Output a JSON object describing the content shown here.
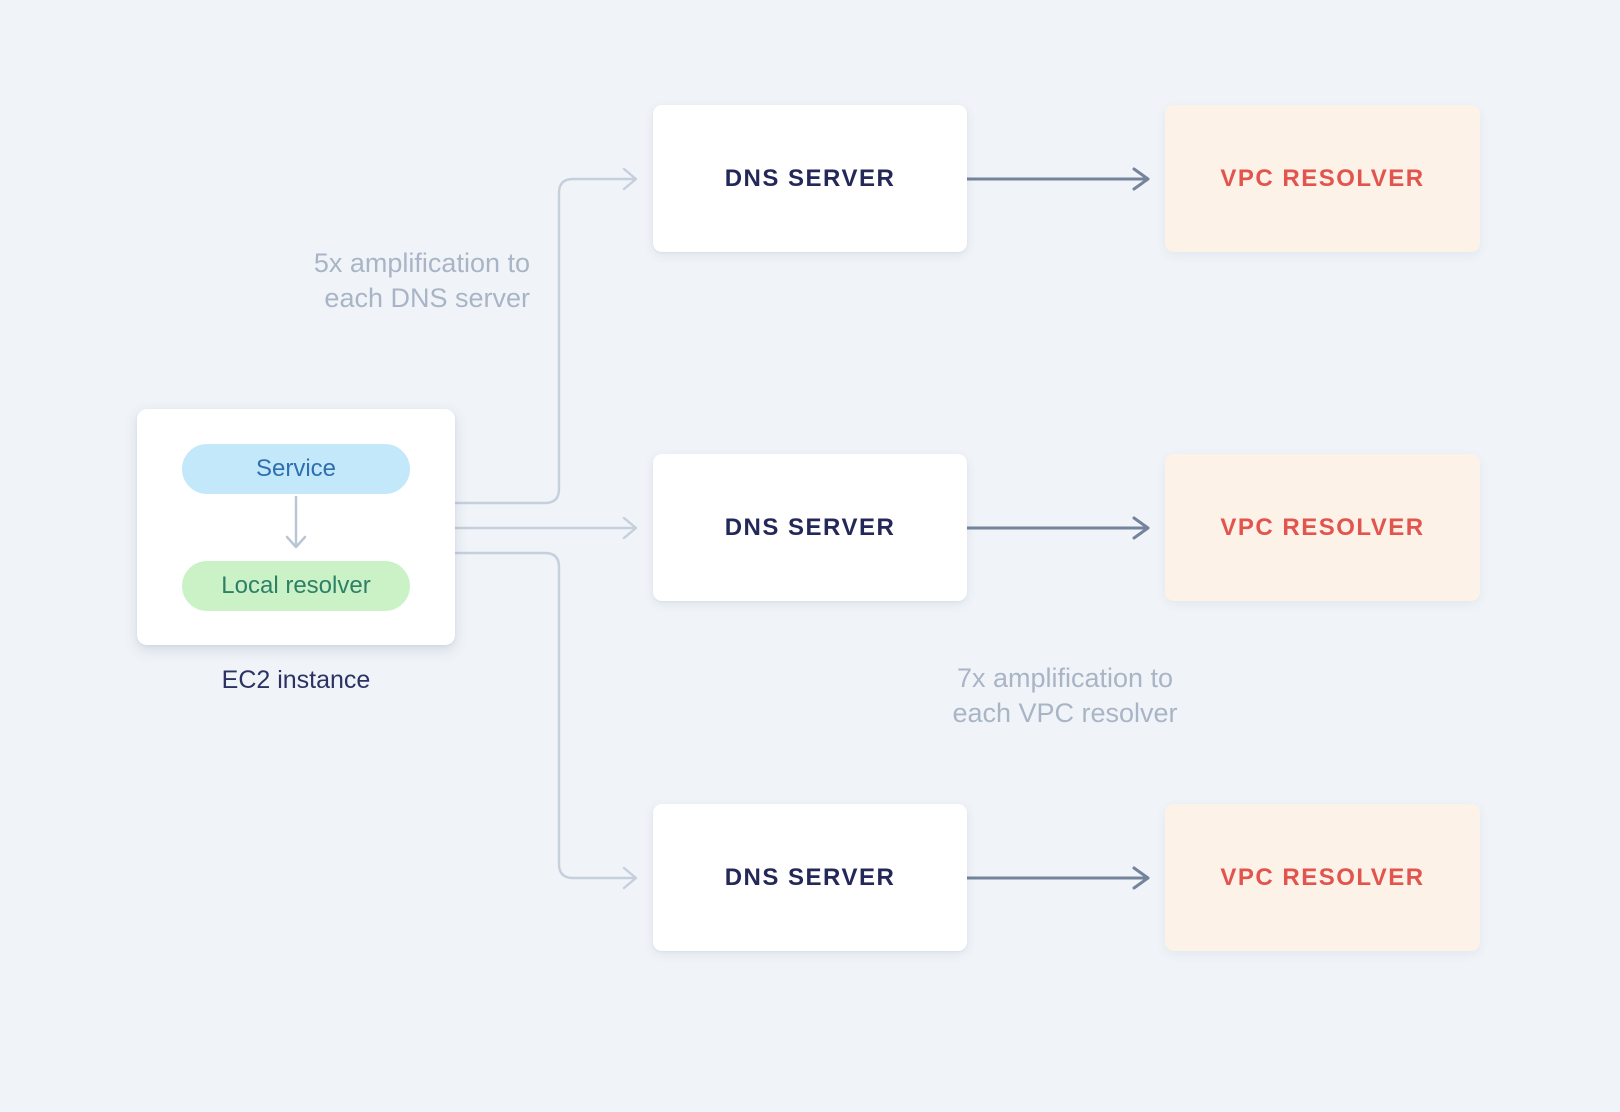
{
  "ec2": {
    "service_label": "Service",
    "local_resolver_label": "Local resolver",
    "caption": "EC2 instance"
  },
  "annotations": {
    "dns_amplification_line1": "5x amplification to",
    "dns_amplification_line2": "each DNS server",
    "vpc_amplification_line1": "7x amplification to",
    "vpc_amplification_line2": "each VPC resolver"
  },
  "rows": [
    {
      "dns_label": "DNS SERVER",
      "vpc_label": "VPC RESOLVER"
    },
    {
      "dns_label": "DNS SERVER",
      "vpc_label": "VPC RESOLVER"
    },
    {
      "dns_label": "DNS SERVER",
      "vpc_label": "VPC RESOLVER"
    }
  ],
  "colors": {
    "page_bg": "#f0f4f8",
    "card_bg": "#ffffff",
    "vpc_card_bg": "#fdf2e7",
    "dns_text": "#232858",
    "vpc_text": "#e2544e",
    "service_pill_bg": "#c3e8fa",
    "service_text": "#2f6fb0",
    "local_pill_bg": "#cbf2c7",
    "local_text": "#2d8066",
    "caption_text": "#2c3263",
    "note_text": "#a9b5c6",
    "connector_light": "#c6cfdc",
    "connector_dark": "#73849c",
    "mini_arrow": "#b9c6d6"
  }
}
